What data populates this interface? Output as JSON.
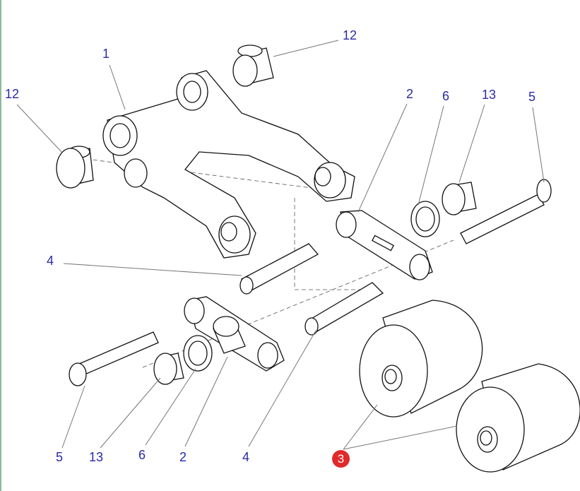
{
  "diagram": {
    "callouts": [
      {
        "id": "c1",
        "text": "1"
      },
      {
        "id": "c12a",
        "text": "12"
      },
      {
        "id": "c12b",
        "text": "12"
      },
      {
        "id": "c2a",
        "text": "2"
      },
      {
        "id": "c6a",
        "text": "6"
      },
      {
        "id": "c13a",
        "text": "13"
      },
      {
        "id": "c5a",
        "text": "5"
      },
      {
        "id": "c4a",
        "text": "4"
      },
      {
        "id": "c5b",
        "text": "5"
      },
      {
        "id": "c13b",
        "text": "13"
      },
      {
        "id": "c6b",
        "text": "6"
      },
      {
        "id": "c2b",
        "text": "2"
      },
      {
        "id": "c4b",
        "text": "4"
      }
    ],
    "highlight": {
      "text": "3",
      "color": "#e02a2a"
    },
    "label_color": "#2a2aa8"
  }
}
